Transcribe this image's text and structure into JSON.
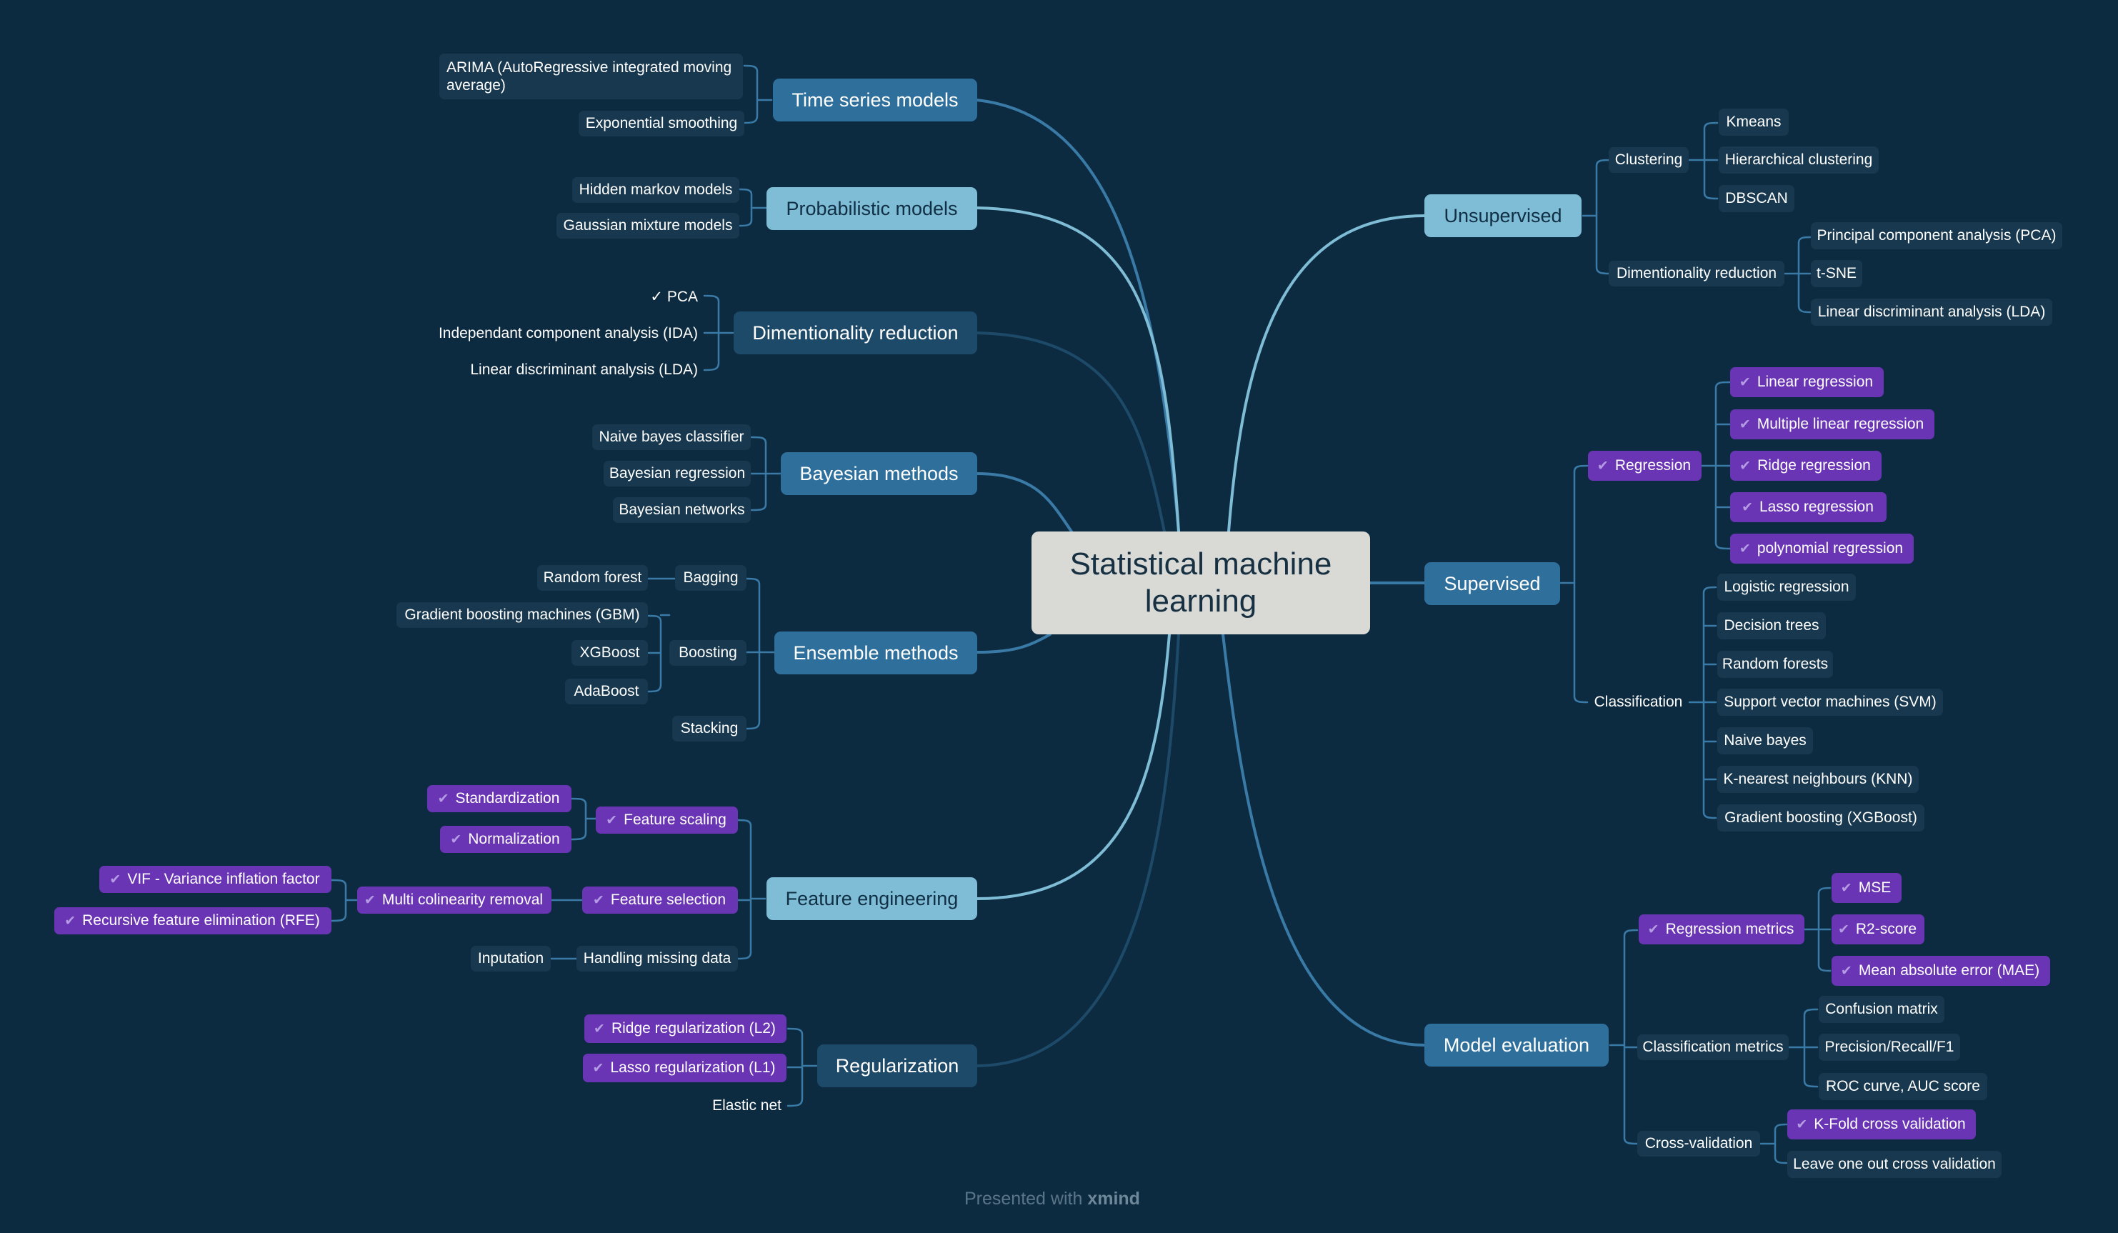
{
  "center": {
    "line1": "Statistical machine",
    "line2": "learning"
  },
  "left": {
    "time_series": {
      "label": "Time series models",
      "items": [
        "ARIMA (AutoRegressive integrated moving average)",
        "Exponential smoothing"
      ]
    },
    "probabilistic": {
      "label": "Probabilistic models",
      "items": [
        "Hidden markov models",
        "Gaussian mixture models"
      ]
    },
    "dim_reduction": {
      "label": "Dimentionality reduction",
      "items": [
        "✓ PCA",
        "Independant component analysis (IDA)",
        "Linear discriminant analysis (LDA)"
      ]
    },
    "bayesian": {
      "label": "Bayesian methods",
      "items": [
        "Naive bayes classifier",
        "Bayesian regression",
        "Bayesian networks"
      ]
    },
    "ensemble": {
      "label": "Ensemble methods",
      "bagging": "Bagging",
      "random_forest": "Random forest",
      "boosting": "Boosting",
      "gbm": "Gradient boosting machines (GBM)",
      "xgboost": "XGBoost",
      "adaboost": "AdaBoost",
      "stacking": "Stacking"
    },
    "feature_eng": {
      "label": "Feature engineering",
      "feature_scaling": "Feature scaling",
      "standardization": "Standardization",
      "normalization": "Normalization",
      "feature_selection": "Feature selection",
      "multi_collinearity": "Multi colinearity removal",
      "vif": "VIF - Variance inflation factor",
      "rfe": "Recursive feature elimination (RFE)",
      "missing_data": "Handling missing data",
      "inputation": "Inputation"
    },
    "regularization": {
      "label": "Regularization",
      "ridge": "Ridge regularization (L2)",
      "lasso": "Lasso regularization (L1)",
      "elastic": "Elastic net"
    }
  },
  "right": {
    "unsupervised": {
      "label": "Unsupervised",
      "clustering": "Clustering",
      "clustering_items": [
        "Kmeans",
        "Hierarchical clustering",
        "DBSCAN"
      ],
      "dim_reduction": "Dimentionality reduction",
      "dim_items": [
        "Principal component analysis (PCA)",
        "t-SNE",
        "Linear discriminant analysis (LDA)"
      ]
    },
    "supervised": {
      "label": "Supervised",
      "regression": "Regression",
      "regression_items": [
        "Linear regression",
        "Multiple linear regression",
        "Ridge regression",
        "Lasso regression",
        "polynomial regression"
      ],
      "classification": "Classification",
      "classification_items": [
        "Logistic regression",
        "Decision trees",
        "Random forests",
        "Support vector machines (SVM)",
        "Naive bayes",
        "K-nearest neighbours (KNN)",
        "Gradient boosting (XGBoost)"
      ]
    },
    "evaluation": {
      "label": "Model evaluation",
      "regression_metrics": "Regression metrics",
      "regression_metric_items": [
        "MSE",
        "R2-score",
        "Mean absolute error (MAE)"
      ],
      "classification_metrics": "Classification metrics",
      "classification_metric_items": [
        "Confusion matrix",
        "Precision/Recall/F1",
        "ROC curve, AUC score"
      ],
      "cross_validation": "Cross-validation",
      "cv_items": [
        "K-Fold cross validation",
        "Leave one out cross validation"
      ]
    }
  },
  "check_icon": "✔",
  "footer": {
    "prefix": "Presented with",
    "brand": "xmind"
  },
  "colors": {
    "background": "#0d2b40",
    "checked": "#6a35b4",
    "branch": "#3e7fb0"
  }
}
